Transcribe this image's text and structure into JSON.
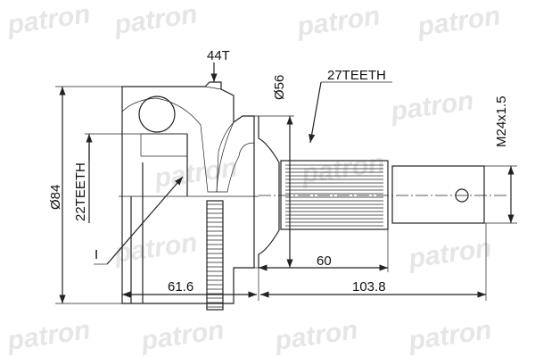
{
  "watermark": "patron",
  "labels": {
    "spline_teeth": "44T",
    "outer_diameter_flange": "Ø56",
    "outer_teeth": "27TEETH",
    "thread": "M24x1.5",
    "outer_diameter": "Ø84",
    "inner_teeth": "22TEETH",
    "marker": "I",
    "shaft_length": "60",
    "housing_length": "61.6",
    "total_shaft_length": "103.8"
  }
}
